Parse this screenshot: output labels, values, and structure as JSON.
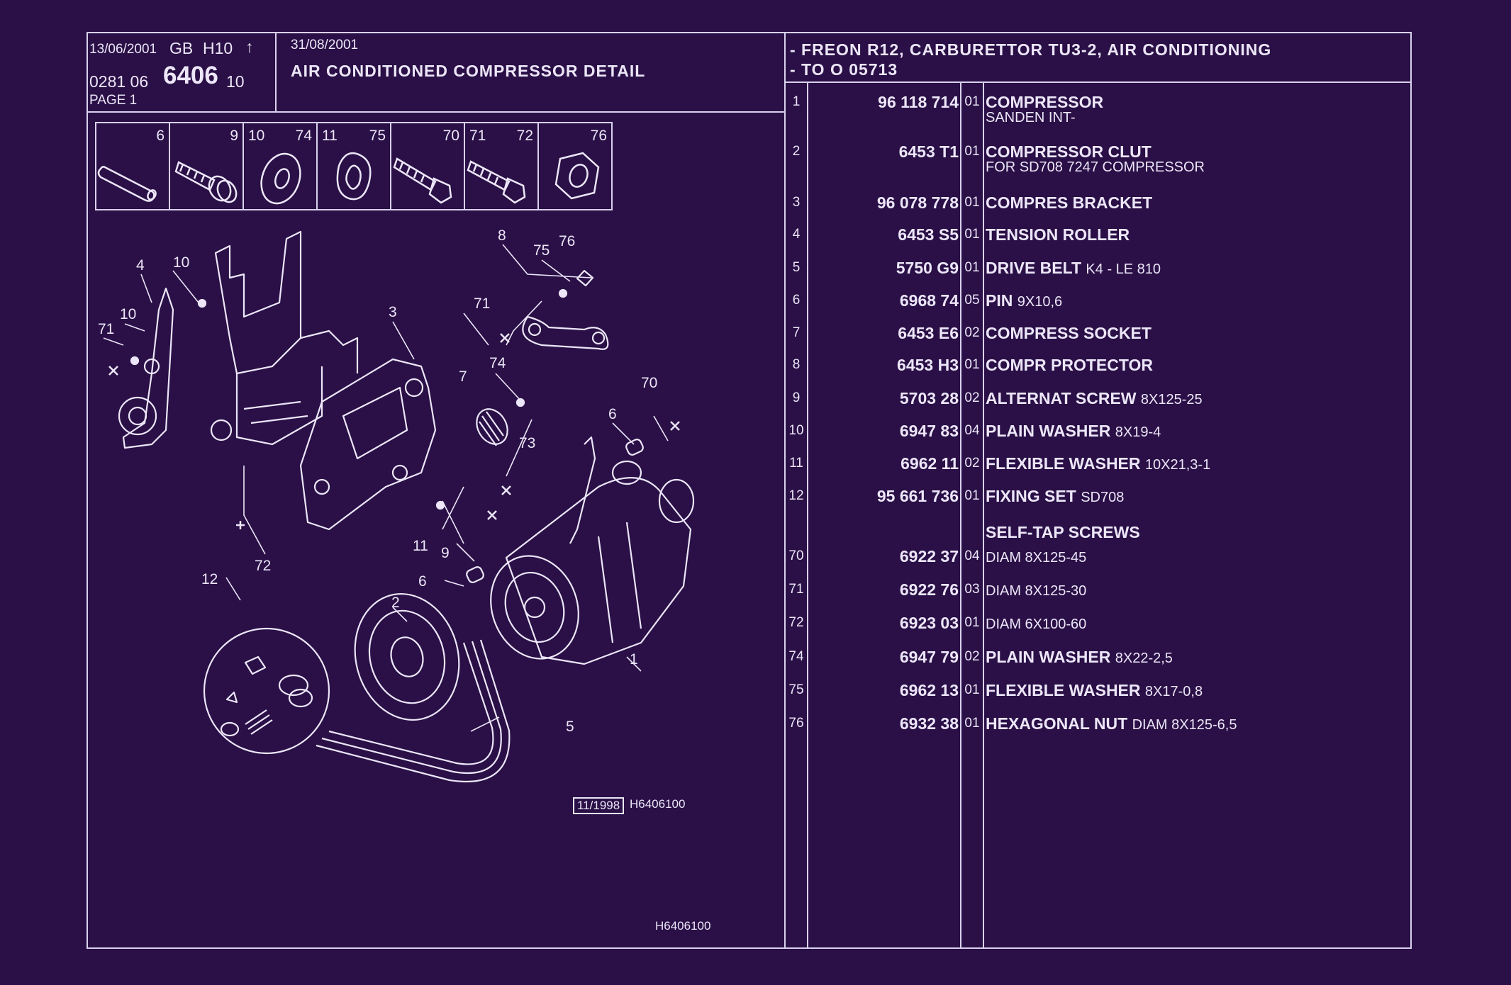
{
  "header": {
    "date1": "13/06/2001",
    "lang": "GB",
    "code": "H10",
    "arrow": "↑",
    "ref_prefix": "0281  06",
    "ref_main": "6406",
    "ref_suffix": "10",
    "page": "PAGE  1",
    "date2": "31/08/2001",
    "title": "AIR CONDITIONED COMPRESSOR DETAIL",
    "spec_line1": "- FREON R12, CARBURETTOR TU3-2, AIR CONDITIONING",
    "spec_line2": "- TO  O   05713"
  },
  "thumbnails": [
    {
      "labels": [
        "6"
      ]
    },
    {
      "labels": [
        "9"
      ]
    },
    {
      "labels": [
        "10",
        "74"
      ]
    },
    {
      "labels": [
        "11",
        "75"
      ]
    },
    {
      "labels": [
        "70"
      ]
    },
    {
      "labels": [
        "71",
        "72"
      ]
    },
    {
      "labels": [
        "76"
      ]
    }
  ],
  "callouts": [
    "4",
    "10",
    "10",
    "71",
    "3",
    "8",
    "75",
    "76",
    "71",
    "7",
    "74",
    "73",
    "6",
    "70",
    "72",
    "11",
    "9",
    "12",
    "2",
    "6",
    "1",
    "5"
  ],
  "stamp": {
    "date": "11/1998",
    "code": "H6406100"
  },
  "footer_code": "H6406100",
  "parts": [
    {
      "item": "1",
      "ref": "96 118 714",
      "qty": "01",
      "name": "COMPRESSOR",
      "detail": "",
      "sub": "SANDEN INT-"
    },
    {
      "item": "2",
      "ref": "6453 T1",
      "qty": "01",
      "name": "COMPRESSOR CLUT",
      "detail": "",
      "sub": "FOR SD708 7247 COMPRESSOR"
    },
    {
      "item": "3",
      "ref": "96 078 778",
      "qty": "01",
      "name": "COMPRES BRACKET",
      "detail": "",
      "sub": ""
    },
    {
      "item": "4",
      "ref": "6453 S5",
      "qty": "01",
      "name": "TENSION ROLLER",
      "detail": "",
      "sub": ""
    },
    {
      "item": "5",
      "ref": "5750 G9",
      "qty": "01",
      "name": "DRIVE BELT",
      "detail": "K4 - LE 810",
      "sub": ""
    },
    {
      "item": "6",
      "ref": "6968 74",
      "qty": "05",
      "name": "PIN",
      "detail": "9X10,6",
      "sub": ""
    },
    {
      "item": "7",
      "ref": "6453 E6",
      "qty": "02",
      "name": "COMPRESS SOCKET",
      "detail": "",
      "sub": ""
    },
    {
      "item": "8",
      "ref": "6453 H3",
      "qty": "01",
      "name": "COMPR PROTECTOR",
      "detail": "",
      "sub": ""
    },
    {
      "item": "9",
      "ref": "5703 28",
      "qty": "02",
      "name": "ALTERNAT SCREW",
      "detail": "8X125-25",
      "sub": ""
    },
    {
      "item": "10",
      "ref": "6947 83",
      "qty": "04",
      "name": "PLAIN WASHER",
      "detail": "8X19-4",
      "sub": ""
    },
    {
      "item": "11",
      "ref": "6962 11",
      "qty": "02",
      "name": "FLEXIBLE WASHER",
      "detail": "10X21,3-1",
      "sub": ""
    },
    {
      "item": "12",
      "ref": "95 661 736",
      "qty": "01",
      "name": "FIXING SET",
      "detail": "SD708",
      "sub": ""
    },
    {
      "item": "",
      "ref": "",
      "qty": "",
      "name": "SELF-TAP SCREWS",
      "detail": "",
      "sub": ""
    },
    {
      "item": "70",
      "ref": "6922 37",
      "qty": "04",
      "name": "",
      "detail": "DIAM 8X125-45",
      "sub": ""
    },
    {
      "item": "71",
      "ref": "6922 76",
      "qty": "03",
      "name": "",
      "detail": "DIAM 8X125-30",
      "sub": ""
    },
    {
      "item": "72",
      "ref": "6923 03",
      "qty": "01",
      "name": "",
      "detail": "DIAM 6X100-60",
      "sub": ""
    },
    {
      "item": "74",
      "ref": "6947 79",
      "qty": "02",
      "name": "PLAIN WASHER",
      "detail": "8X22-2,5",
      "sub": ""
    },
    {
      "item": "75",
      "ref": "6962 13",
      "qty": "01",
      "name": "FLEXIBLE WASHER",
      "detail": "8X17-0,8",
      "sub": ""
    },
    {
      "item": "76",
      "ref": "6932 38",
      "qty": "01",
      "name": "HEXAGONAL NUT",
      "detail": "DIAM 8X125-6,5",
      "sub": ""
    }
  ]
}
